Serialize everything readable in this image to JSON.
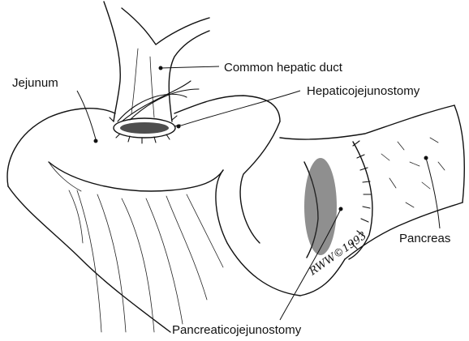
{
  "labels": {
    "common_hepatic_duct": "Common hepatic duct",
    "jejunum": "Jejunum",
    "hepaticojejunostomy": "Hepaticojejunostomy",
    "pancreas": "Pancreas",
    "pancreaticojejunostomy": "Pancreaticojejunostomy"
  },
  "signature": "RWW©1993"
}
